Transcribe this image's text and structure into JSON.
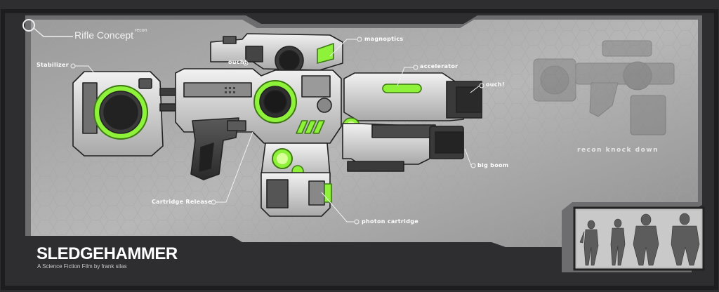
{
  "title": {
    "main": "Rifle Concept",
    "sup": "recon"
  },
  "callouts": {
    "stabilizer": "Stabilizer",
    "magnoptics": "magnoptics",
    "ouch1": "ouch!",
    "accelerator": "accelerator",
    "ouch2": "ouch!",
    "big_boom": "big boom",
    "cartridge_release": "Cartridge Release",
    "photon_cartridge": "photon cartridge"
  },
  "recon_label": "recon knock down",
  "brand": {
    "name": "SLEDGEHAMMER",
    "byline": "A Science Fiction Film by frank silas"
  },
  "colors": {
    "accent": "#8ef23a",
    "panel": "#a9a9a9",
    "frame": "#2e2e30"
  }
}
